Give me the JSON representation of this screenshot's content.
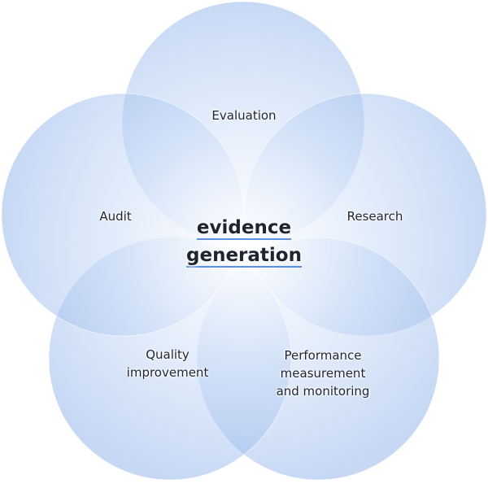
{
  "center": {
    "line1": "evidence",
    "line2": "generation"
  },
  "circles": [
    {
      "label": "Evaluation"
    },
    {
      "label": "Research"
    },
    {
      "label": "Performance measurement and monitoring",
      "lines": [
        "Performance",
        "measurement",
        "and monitoring"
      ]
    },
    {
      "label": "Quality improvement",
      "lines": [
        "Quality",
        "improvement"
      ]
    },
    {
      "label": "Audit"
    }
  ],
  "colors": {
    "fill_outer": "#8fb2ea",
    "fill_inner": "#e8f0fc",
    "text": "#1f2433",
    "underline": "#5b8fe6"
  }
}
